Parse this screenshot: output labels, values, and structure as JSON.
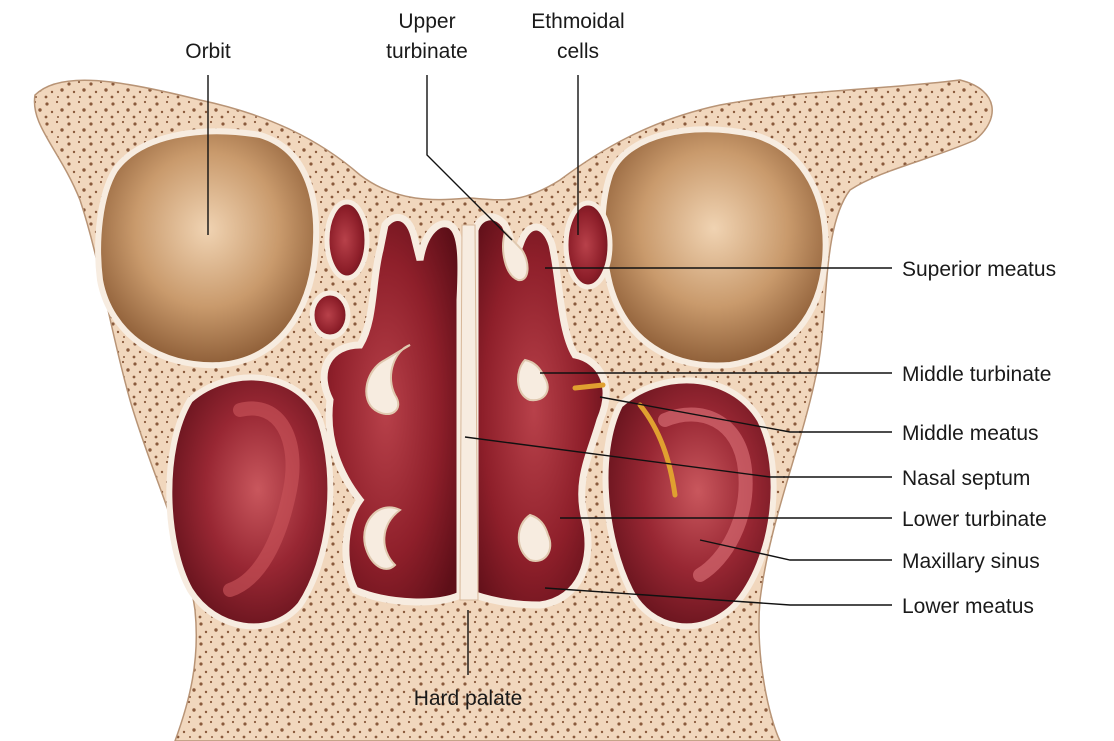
{
  "labels": {
    "orbit": "Orbit",
    "upper_turbinate_1": "Upper",
    "upper_turbinate_2": "turbinate",
    "ethmoidal_cells_1": "Ethmoidal",
    "ethmoidal_cells_2": "cells",
    "superior_meatus": "Superior meatus",
    "middle_turbinate": "Middle turbinate",
    "middle_meatus": "Middle meatus",
    "nasal_septum": "Nasal septum",
    "lower_turbinate": "Lower turbinate",
    "maxillary_sinus": "Maxillary sinus",
    "lower_meatus": "Lower meatus",
    "hard_palate": "Hard palate"
  },
  "colors": {
    "bone": "#f1d7bd",
    "bone_dots": "#8a5a3c",
    "mucosa": "#f7ece0",
    "cavity_dark": "#7a1520",
    "cavity": "#9e2a33",
    "orbit": "#b98558",
    "orbit_light": "#e6c7a6",
    "probe": "#e0a030"
  }
}
